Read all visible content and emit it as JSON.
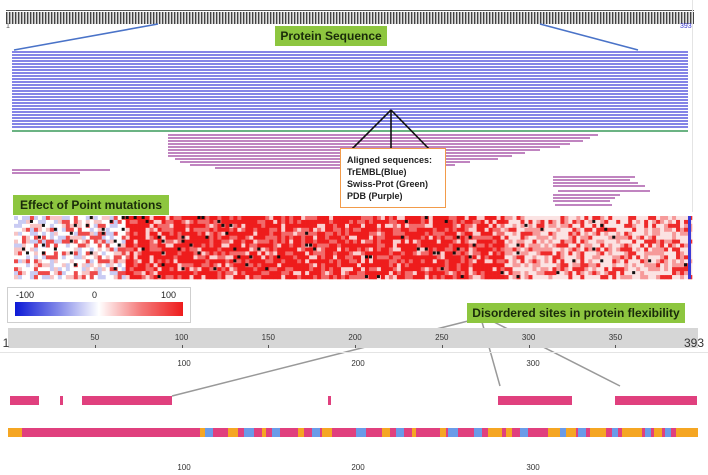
{
  "header": {
    "seq_start": "1",
    "seq_end": "393"
  },
  "callouts": {
    "protein_sequence": "Protein Sequence",
    "point_mutations": "Effect of Point mutations",
    "disordered_sites": "Disordered sites in protein flexibility"
  },
  "legend": {
    "title": "Aligned sequences:",
    "items": [
      "TrEMBL(Blue)",
      "Swiss-Prot (Green)",
      "PDB (Purple)"
    ]
  },
  "colors": {
    "trembl": "#3b3bd6",
    "swissprot": "#3a9a5a",
    "pdb": "#9b3b9b",
    "disorder_pink": "#e0407e",
    "disorder_orange": "#f5a623",
    "disorder_blue": "#6a9be8",
    "heat_red": "#ee1c1c",
    "heat_blue": "#0c19d6",
    "callout_green": "#8dc63f"
  },
  "color_scale": {
    "min": "-100",
    "mid": "0",
    "max": "100"
  },
  "ruler": {
    "ticks": [
      "50",
      "100",
      "150",
      "200",
      "250",
      "300",
      "350"
    ],
    "start": "1",
    "end": "393"
  },
  "lower_axis": {
    "ticks": [
      "100",
      "200",
      "300"
    ]
  }
}
